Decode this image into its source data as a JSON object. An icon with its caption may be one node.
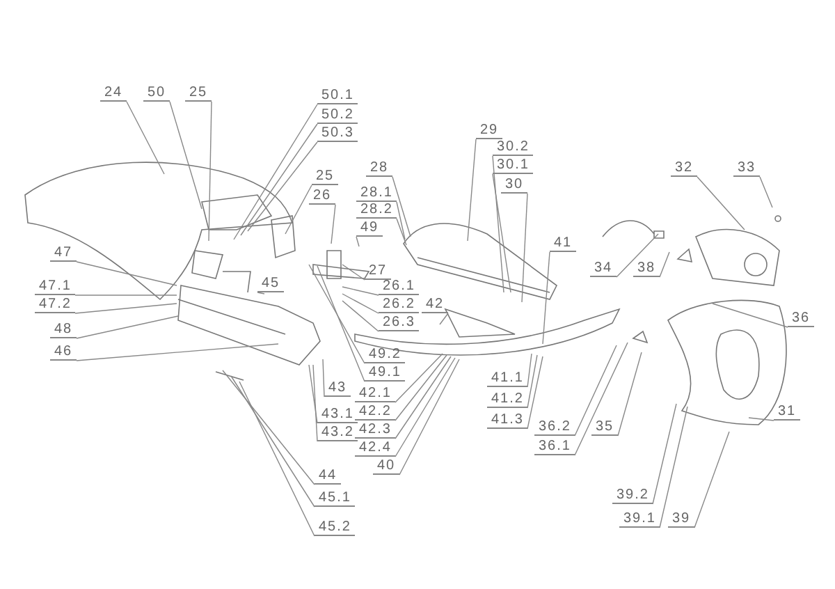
{
  "diagram": {
    "nodes": [
      {
        "text": [
          "24"
        ]
      },
      {
        "text": [
          "50"
        ]
      },
      {
        "text": [
          "25"
        ]
      },
      {
        "text": [
          "50.1"
        ]
      },
      {
        "text": [
          "50.2"
        ]
      },
      {
        "text": [
          "50.3"
        ]
      },
      {
        "text": [
          "25"
        ]
      },
      {
        "text": [
          "26"
        ]
      },
      {
        "text": [
          "28"
        ]
      },
      {
        "text": [
          "28.1"
        ]
      },
      {
        "text": [
          "28.2"
        ]
      },
      {
        "text": [
          "49"
        ]
      },
      {
        "text": [
          "27"
        ]
      },
      {
        "text": [
          "26.1"
        ]
      },
      {
        "text": [
          "26.2"
        ]
      },
      {
        "text": [
          "26.3"
        ]
      },
      {
        "text": [
          "42"
        ]
      },
      {
        "text": [
          "49.2"
        ]
      },
      {
        "text": [
          "49.1"
        ]
      },
      {
        "text": [
          "42.1"
        ]
      },
      {
        "text": [
          "42.2"
        ]
      },
      {
        "text": [
          "42.3"
        ]
      },
      {
        "text": [
          "42.4"
        ]
      },
      {
        "text": [
          "40"
        ]
      },
      {
        "text": [
          "29"
        ]
      },
      {
        "text": [
          "30.2"
        ]
      },
      {
        "text": [
          "30.1"
        ]
      },
      {
        "text": [
          "30"
        ]
      },
      {
        "text": [
          "41"
        ]
      },
      {
        "text": [
          "41.1"
        ]
      },
      {
        "text": [
          "41.2"
        ]
      },
      {
        "text": [
          "41.3"
        ]
      },
      {
        "text": [
          "45"
        ]
      },
      {
        "text": [
          "43"
        ]
      },
      {
        "text": [
          "43.1"
        ]
      },
      {
        "text": [
          "43.2"
        ]
      },
      {
        "text": [
          "47"
        ]
      },
      {
        "text": [
          "47.1"
        ]
      },
      {
        "text": [
          "47.2"
        ]
      },
      {
        "text": [
          "48"
        ]
      },
      {
        "text": [
          "46"
        ]
      },
      {
        "text": [
          "44"
        ]
      },
      {
        "text": [
          "45.1"
        ]
      },
      {
        "text": [
          "45.2"
        ]
      },
      {
        "text": [
          "32"
        ]
      },
      {
        "text": [
          "33"
        ]
      },
      {
        "text": [
          "34"
        ]
      },
      {
        "text": [
          "38"
        ]
      },
      {
        "text": [
          "36"
        ]
      },
      {
        "text": [
          "36.2"
        ]
      },
      {
        "text": [
          "36.1"
        ]
      },
      {
        "text": [
          "35"
        ]
      },
      {
        "text": [
          "31"
        ]
      },
      {
        "text": [
          "39.2"
        ]
      },
      {
        "text": [
          "39.1"
        ]
      },
      {
        "text": [
          "39"
        ]
      }
    ],
    "edges": [
      {
        "from": 0,
        "to": null,
        "arrow": "none"
      },
      {
        "from": 1,
        "to": null,
        "arrow": "none"
      },
      {
        "from": 2,
        "to": null,
        "arrow": "none"
      },
      {
        "from": 3,
        "to": null,
        "arrow": "none"
      },
      {
        "from": 4,
        "to": null,
        "arrow": "none"
      },
      {
        "from": 5,
        "to": null,
        "arrow": "none"
      },
      {
        "from": 6,
        "to": null,
        "arrow": "none"
      },
      {
        "from": 7,
        "to": null,
        "arrow": "none"
      },
      {
        "from": 8,
        "to": null,
        "arrow": "none"
      },
      {
        "from": 9,
        "to": null,
        "arrow": "none"
      },
      {
        "from": 10,
        "to": null,
        "arrow": "none"
      },
      {
        "from": 11,
        "to": null,
        "arrow": "none"
      },
      {
        "from": 12,
        "to": null,
        "arrow": "none"
      },
      {
        "from": 13,
        "to": null,
        "arrow": "none"
      },
      {
        "from": 14,
        "to": null,
        "arrow": "none"
      },
      {
        "from": 15,
        "to": null,
        "arrow": "none"
      },
      {
        "from": 16,
        "to": null,
        "arrow": "none"
      },
      {
        "from": 17,
        "to": null,
        "arrow": "none"
      },
      {
        "from": 18,
        "to": null,
        "arrow": "none"
      },
      {
        "from": 19,
        "to": null,
        "arrow": "none"
      },
      {
        "from": 20,
        "to": null,
        "arrow": "none"
      },
      {
        "from": 21,
        "to": null,
        "arrow": "none"
      },
      {
        "from": 22,
        "to": null,
        "arrow": "none"
      },
      {
        "from": 23,
        "to": null,
        "arrow": "none"
      },
      {
        "from": 24,
        "to": null,
        "arrow": "none"
      },
      {
        "from": 25,
        "to": null,
        "arrow": "none"
      },
      {
        "from": 26,
        "to": null,
        "arrow": "none"
      },
      {
        "from": 27,
        "to": null,
        "arrow": "none"
      },
      {
        "from": 28,
        "to": null,
        "arrow": "none"
      },
      {
        "from": 29,
        "to": null,
        "arrow": "none"
      },
      {
        "from": 30,
        "to": null,
        "arrow": "none"
      },
      {
        "from": 31,
        "to": null,
        "arrow": "none"
      },
      {
        "from": 32,
        "to": null,
        "arrow": "none"
      },
      {
        "from": 33,
        "to": null,
        "arrow": "none"
      },
      {
        "from": 34,
        "to": null,
        "arrow": "none"
      },
      {
        "from": 35,
        "to": null,
        "arrow": "none"
      },
      {
        "from": 36,
        "to": null,
        "arrow": "none"
      },
      {
        "from": 37,
        "to": null,
        "arrow": "none"
      },
      {
        "from": 38,
        "to": null,
        "arrow": "none"
      },
      {
        "from": 39,
        "to": null,
        "arrow": "none"
      },
      {
        "from": 40,
        "to": null,
        "arrow": "none"
      },
      {
        "from": 41,
        "to": null,
        "arrow": "none"
      },
      {
        "from": 42,
        "to": null,
        "arrow": "none"
      },
      {
        "from": 43,
        "to": null,
        "arrow": "none"
      },
      {
        "from": 44,
        "to": null,
        "arrow": "none"
      },
      {
        "from": 45,
        "to": null,
        "arrow": "none"
      },
      {
        "from": 46,
        "to": null,
        "arrow": "none"
      },
      {
        "from": 47,
        "to": null,
        "arrow": "none"
      },
      {
        "from": 48,
        "to": null,
        "arrow": "none"
      },
      {
        "from": 49,
        "to": null,
        "arrow": "none"
      },
      {
        "from": 50,
        "to": null,
        "arrow": "none"
      },
      {
        "from": 51,
        "to": null,
        "arrow": "none"
      },
      {
        "from": 52,
        "to": null,
        "arrow": "none"
      },
      {
        "from": 53,
        "to": null,
        "arrow": "none"
      },
      {
        "from": 54,
        "to": null,
        "arrow": "none"
      },
      {
        "from": 55,
        "to": null,
        "arrow": "none"
      }
    ]
  }
}
